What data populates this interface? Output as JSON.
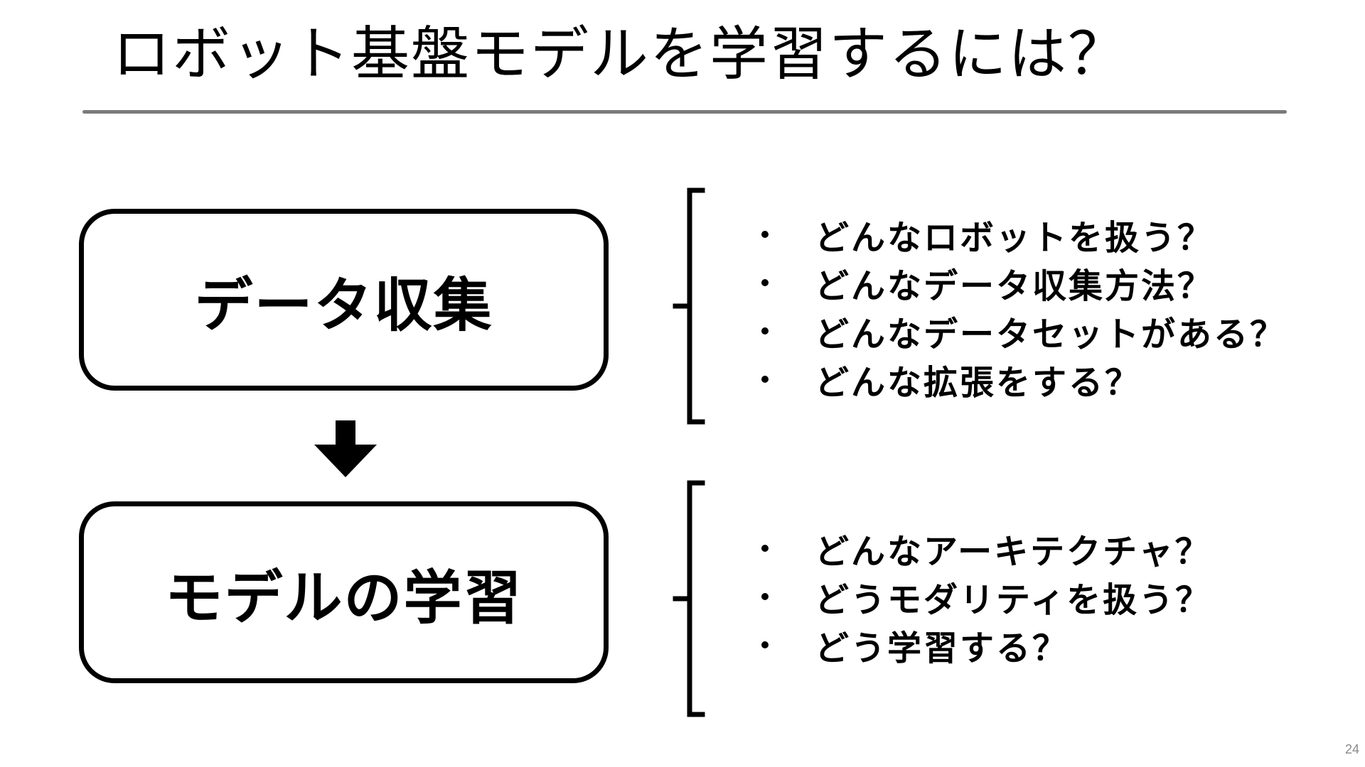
{
  "title": "ロボット基盤モデルを学習するには？",
  "colors": {
    "title_rule": "#7b7b7b",
    "text": "#000000",
    "page_number": "#8a8a8a"
  },
  "flow": {
    "step1": "データ収集",
    "step2": "モデルの学習",
    "arrow_icon": "down-arrow-icon"
  },
  "data_collection_questions": [
    "どんなロボットを扱う？",
    "どんなデータ収集方法？",
    "どんなデータセットがある？",
    "どんな拡張をする？"
  ],
  "model_training_questions": [
    "どんなアーキテクチャ？",
    "どうモダリティを扱う？",
    "どう学習する？"
  ],
  "page_number": "24"
}
